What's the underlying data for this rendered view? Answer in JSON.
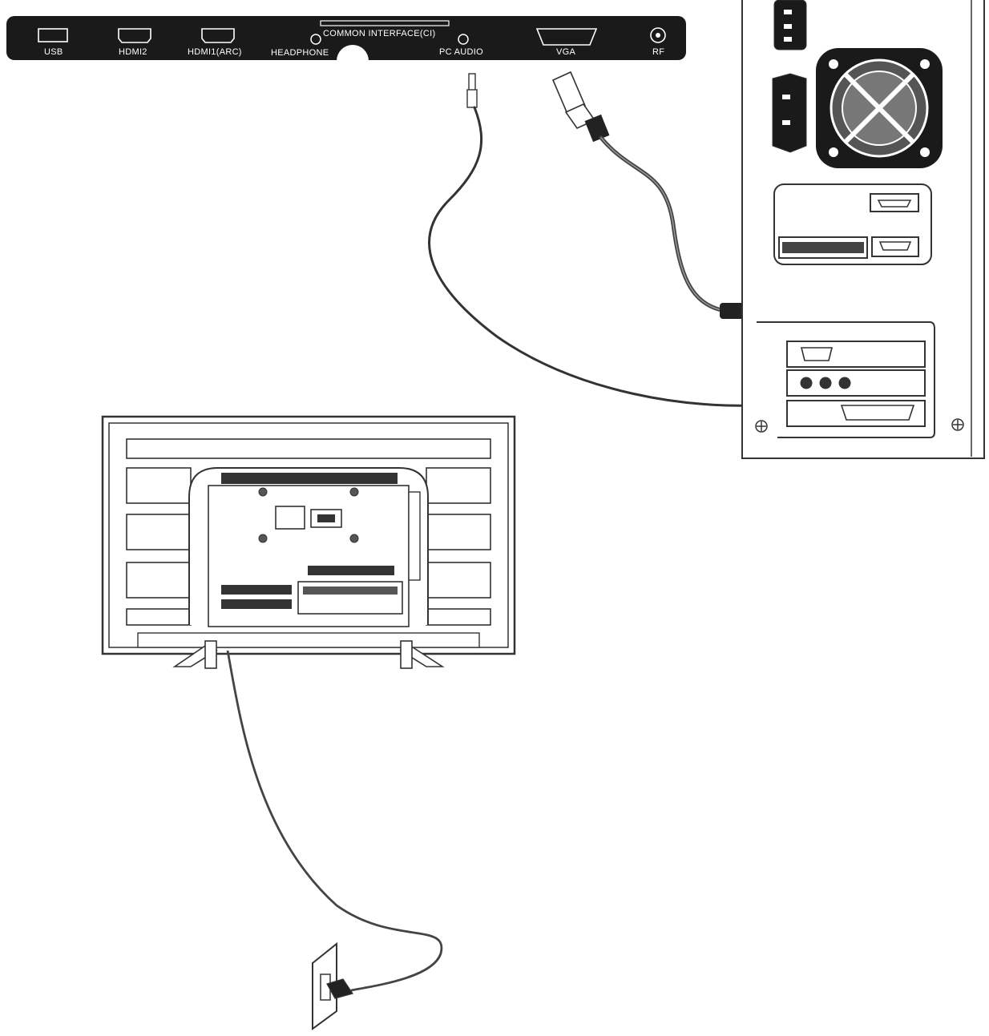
{
  "panel": {
    "ports": {
      "usb": "USB",
      "hdmi2": "HDMI2",
      "hdmi1": "HDMI1(ARC)",
      "headphone": "HEADPHONE",
      "common_interface": "COMMON INTERFACE(CI)",
      "pc_audio": "PC AUDIO",
      "vga": "VGA",
      "rf": "RF"
    }
  },
  "colors": {
    "panel_bg": "#1a1a1a",
    "line": "#333333",
    "cable": "#555555"
  }
}
